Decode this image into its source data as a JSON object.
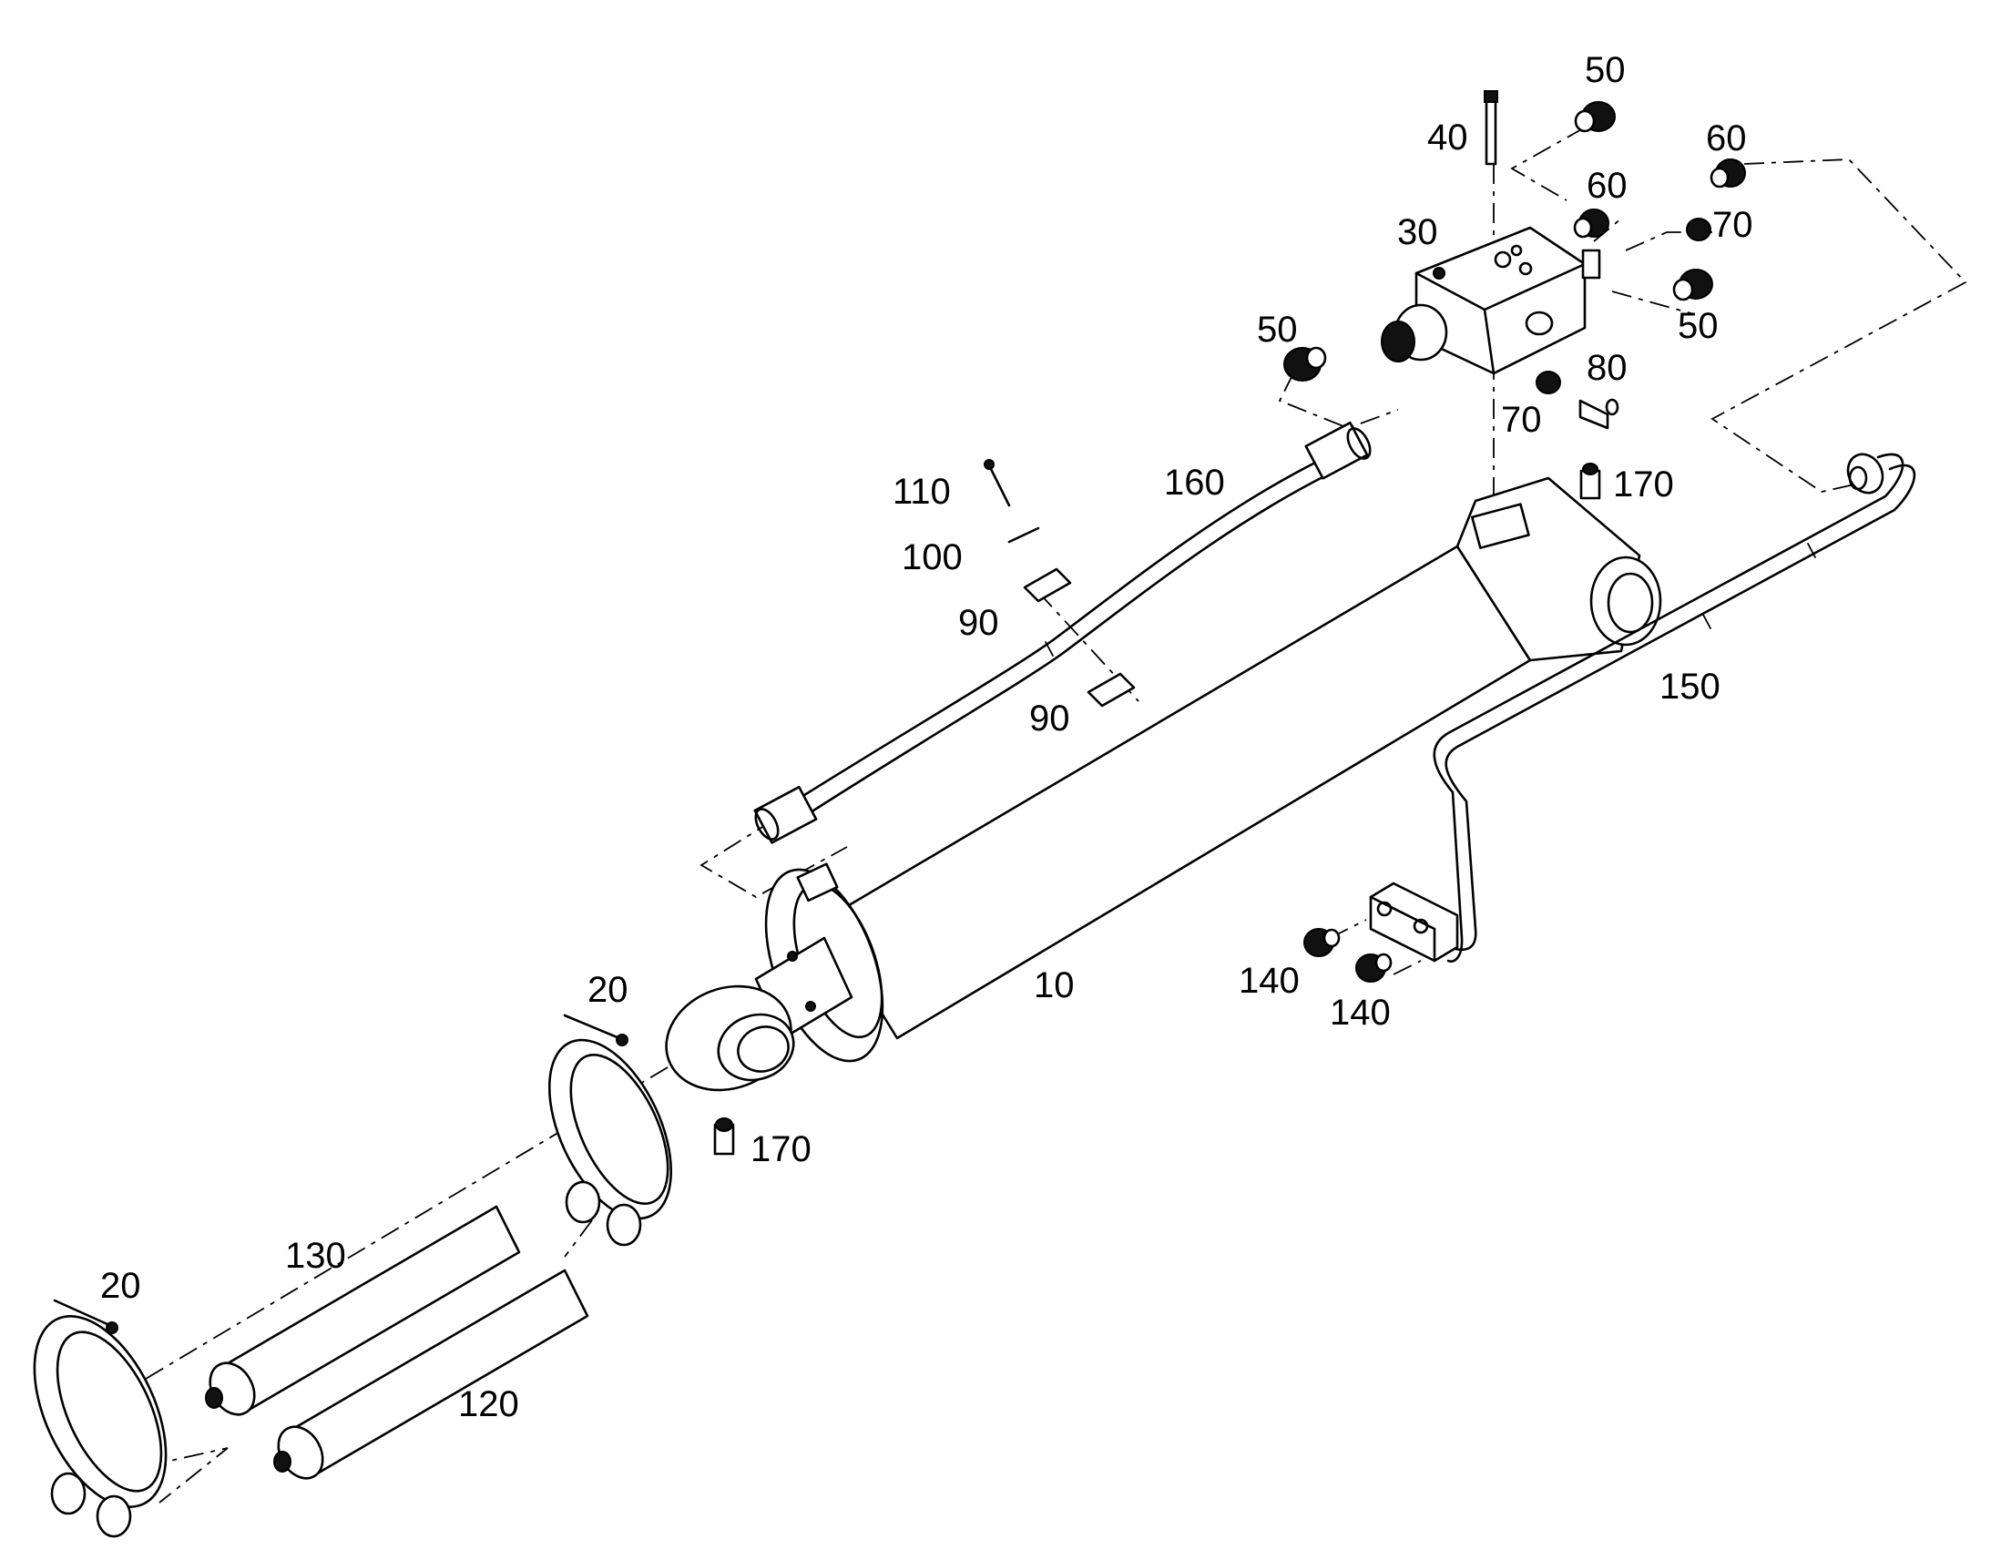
{
  "diagram": {
    "callouts": [
      {
        "id": "c50a",
        "text": "50"
      },
      {
        "id": "c40",
        "text": "40"
      },
      {
        "id": "c60a",
        "text": "60"
      },
      {
        "id": "c60b",
        "text": "60"
      },
      {
        "id": "c30",
        "text": "30"
      },
      {
        "id": "c70a",
        "text": "70"
      },
      {
        "id": "c50b",
        "text": "50"
      },
      {
        "id": "c50c",
        "text": "50"
      },
      {
        "id": "c80",
        "text": "80"
      },
      {
        "id": "c70b",
        "text": "70"
      },
      {
        "id": "c170a",
        "text": "170"
      },
      {
        "id": "c110",
        "text": "110"
      },
      {
        "id": "c160",
        "text": "160"
      },
      {
        "id": "c100",
        "text": "100"
      },
      {
        "id": "c90a",
        "text": "90"
      },
      {
        "id": "c90b",
        "text": "90"
      },
      {
        "id": "c150",
        "text": "150"
      },
      {
        "id": "c10",
        "text": "10"
      },
      {
        "id": "c140a",
        "text": "140"
      },
      {
        "id": "c140b",
        "text": "140"
      },
      {
        "id": "c20a",
        "text": "20"
      },
      {
        "id": "c170b",
        "text": "170"
      },
      {
        "id": "c130",
        "text": "130"
      },
      {
        "id": "c20b",
        "text": "20"
      },
      {
        "id": "c120",
        "text": "120"
      }
    ]
  }
}
